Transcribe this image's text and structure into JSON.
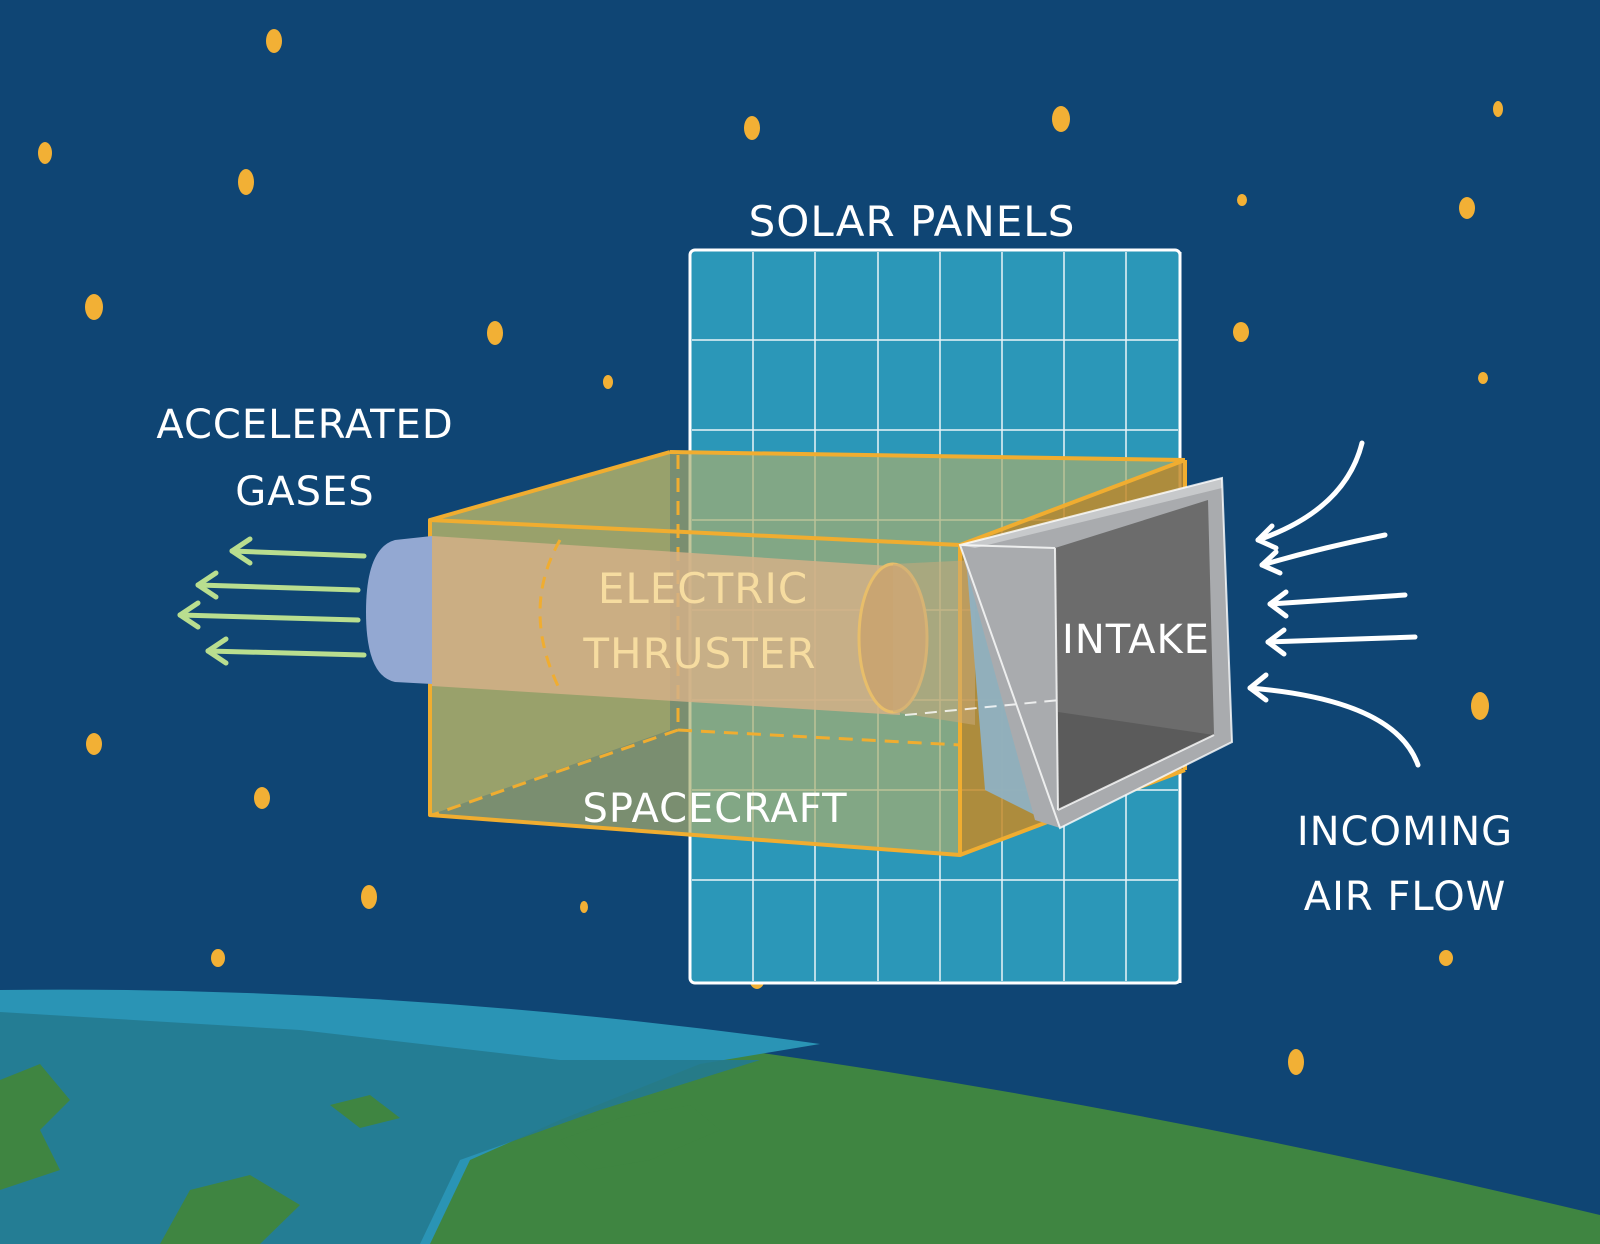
{
  "labels": {
    "solar_panels": "SOLAR PANELS",
    "accelerated_gases_line1": "ACCELERATED",
    "accelerated_gases_line2": "GASES",
    "electric_thruster_line1": "ELECTRIC",
    "electric_thruster_line2": "THRUSTER",
    "intake": "INTAKE",
    "spacecraft": "SPACECRAFT",
    "incoming_air_flow_line1": "INCOMING",
    "incoming_air_flow_line2": "AIR FLOW"
  },
  "colors": {
    "space": "#0f4574",
    "star": "#f2b035",
    "solar_panel": "#2b97b8",
    "spacecraft_outline": "#f0ad30",
    "thruster": "#c9a97a",
    "intake_frame": "#a9abae",
    "intake_inner": "#6c6c6c",
    "exhaust_arrows": "#b9de8f",
    "airflow_arrows": "#ffffff",
    "earth_ocean": "#2a94b5",
    "earth_land": "#3f8541",
    "label_text": "#ffffff",
    "thruster_text": "#f6dca0"
  }
}
